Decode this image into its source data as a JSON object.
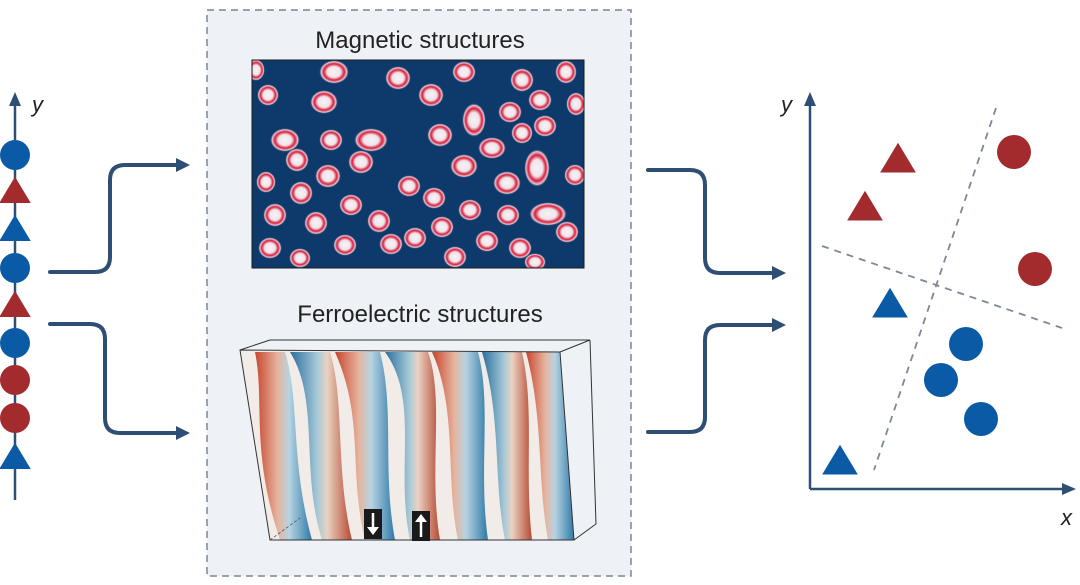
{
  "left_axis": {
    "label": "y"
  },
  "left_sequence": [
    {
      "shape": "circle",
      "color": "blue"
    },
    {
      "shape": "triangle",
      "color": "red"
    },
    {
      "shape": "triangle",
      "color": "blue"
    },
    {
      "shape": "circle",
      "color": "blue"
    },
    {
      "shape": "triangle",
      "color": "red"
    },
    {
      "shape": "circle",
      "color": "blue"
    },
    {
      "shape": "circle",
      "color": "red"
    },
    {
      "shape": "circle",
      "color": "red"
    },
    {
      "shape": "triangle",
      "color": "blue"
    }
  ],
  "panel": {
    "magnetic_title": "Magnetic structures",
    "ferroelectric_title": "Ferroelectric structures"
  },
  "scatter": {
    "x_label": "x",
    "y_label": "y",
    "points": [
      {
        "shape": "triangle",
        "color": "red",
        "cluster": "top-left"
      },
      {
        "shape": "triangle",
        "color": "red",
        "cluster": "top-left"
      },
      {
        "shape": "circle",
        "color": "red",
        "cluster": "top-right"
      },
      {
        "shape": "circle",
        "color": "red",
        "cluster": "top-right"
      },
      {
        "shape": "triangle",
        "color": "blue",
        "cluster": "middle-left"
      },
      {
        "shape": "circle",
        "color": "blue",
        "cluster": "bottom-right"
      },
      {
        "shape": "circle",
        "color": "blue",
        "cluster": "bottom-right"
      },
      {
        "shape": "circle",
        "color": "blue",
        "cluster": "bottom-right"
      },
      {
        "shape": "triangle",
        "color": "blue",
        "cluster": "bottom-left"
      }
    ]
  },
  "colors": {
    "blue": "#0b5aa6",
    "red": "#a32a2d",
    "arrow": "#2f4e73",
    "panel_bg": "#eef1f5",
    "panel_border": "#7a8699",
    "magnetic_bg": "#0e3a6b",
    "bubble": "#d81f3f"
  }
}
